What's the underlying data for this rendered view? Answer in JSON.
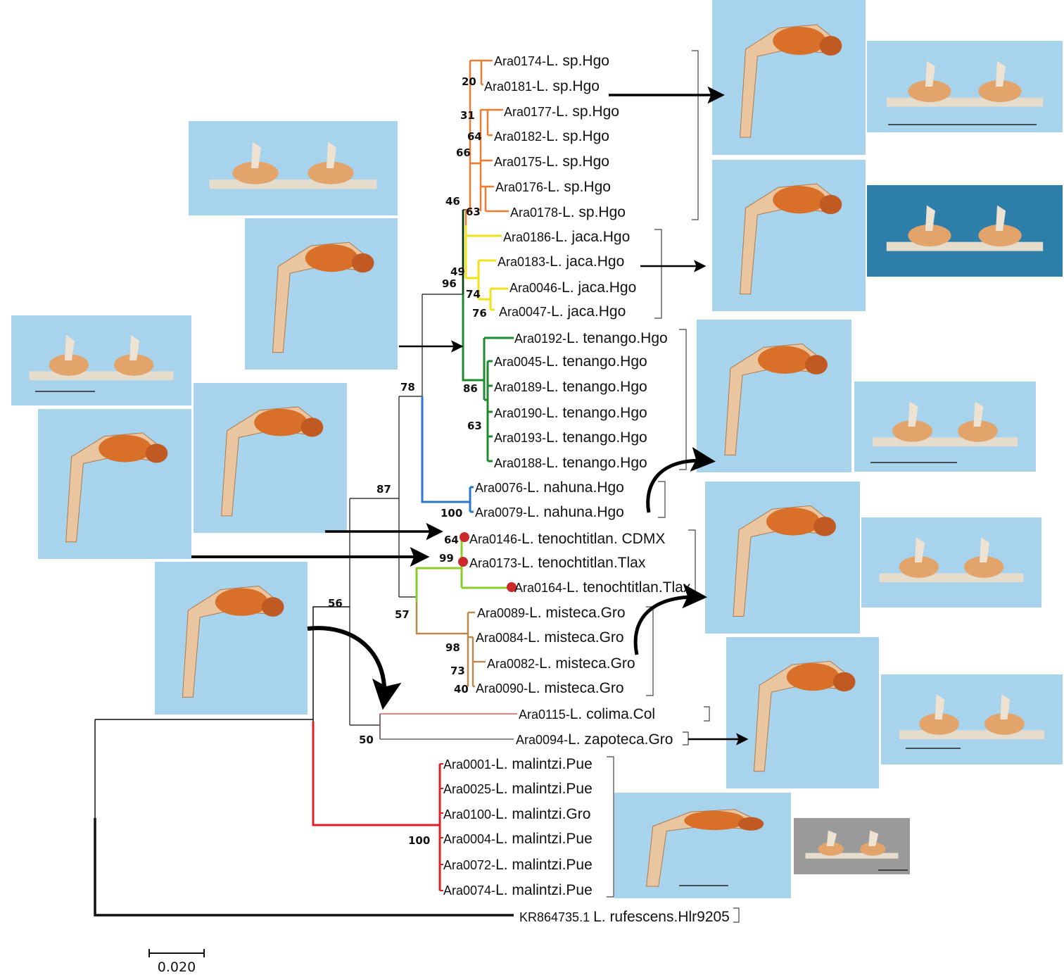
{
  "colors": {
    "orange": "#f07a2e",
    "yellow": "#f2e21a",
    "dark_green": "#1f8a2e",
    "blue": "#2c78c8",
    "light_green": "#8ccc2a",
    "brown": "#b98a4a",
    "pink": "#f07f86",
    "gray": "#8a8a8a",
    "red": "#e02020",
    "black": "#111111",
    "node_dot": "#cc2a2a",
    "photo_bg": "#a8d3ec",
    "leg": "#d8702a"
  },
  "taxa": [
    {
      "id": "t1",
      "code": "Ara0174-",
      "name": "L. sp.Hgo"
    },
    {
      "id": "t2",
      "code": "Ara0181-",
      "name": "L. sp.Hgo"
    },
    {
      "id": "t3",
      "code": "Ara0177-",
      "name": "L. sp.Hgo"
    },
    {
      "id": "t4",
      "code": "Ara0182-",
      "name": "L. sp.Hgo"
    },
    {
      "id": "t5",
      "code": "Ara0175-",
      "name": "L. sp.Hgo"
    },
    {
      "id": "t6",
      "code": "Ara0176-",
      "name": "L. sp.Hgo"
    },
    {
      "id": "t7",
      "code": "Ara0178-",
      "name": "L. sp.Hgo"
    },
    {
      "id": "t8",
      "code": "Ara0186-",
      "name": "L. jaca.Hgo"
    },
    {
      "id": "t9",
      "code": "Ara0183-",
      "name": "L. jaca.Hgo"
    },
    {
      "id": "t10",
      "code": "Ara0046-",
      "name": "L. jaca.Hgo"
    },
    {
      "id": "t11",
      "code": "Ara0047-",
      "name": "L. jaca.Hgo"
    },
    {
      "id": "t12",
      "code": "Ara0192-",
      "name": "L. tenango.Hgo"
    },
    {
      "id": "t13",
      "code": "Ara0045-",
      "name": "L. tenango.Hgo"
    },
    {
      "id": "t14",
      "code": "Ara0189-",
      "name": "L. tenango.Hgo"
    },
    {
      "id": "t15",
      "code": "Ara0190-",
      "name": "L. tenango.Hgo"
    },
    {
      "id": "t16",
      "code": "Ara0193-",
      "name": "L. tenango.Hgo"
    },
    {
      "id": "t17",
      "code": "Ara0188-",
      "name": "L. tenango.Hgo"
    },
    {
      "id": "t18",
      "code": "Ara0076-",
      "name": "L. nahuna.Hgo"
    },
    {
      "id": "t19",
      "code": "Ara0079-",
      "name": "L. nahuna.Hgo"
    },
    {
      "id": "t20",
      "code": "Ara0146-",
      "name": "L. tenochtitlan. CDMX"
    },
    {
      "id": "t21",
      "code": "Ara0173-",
      "name": "L. tenochtitlan.Tlax"
    },
    {
      "id": "t22",
      "code": "Ara0164-",
      "name": "L. tenochtitlan.Tlax"
    },
    {
      "id": "t23",
      "code": "Ara0089-",
      "name": "L. misteca.Gro"
    },
    {
      "id": "t24",
      "code": "Ara0084-",
      "name": "L. misteca.Gro"
    },
    {
      "id": "t25",
      "code": "Ara0082-",
      "name": "L. misteca.Gro"
    },
    {
      "id": "t26",
      "code": "Ara0090-",
      "name": "L. misteca.Gro"
    },
    {
      "id": "t27",
      "code": "Ara0115-",
      "name": "L. colima.Col"
    },
    {
      "id": "t28",
      "code": "Ara0094-",
      "name": "L. zapoteca.Gro"
    },
    {
      "id": "t29",
      "code": "Ara0001-",
      "name": "L. malintzi.Pue"
    },
    {
      "id": "t30",
      "code": "Ara0025-",
      "name": "L. malintzi.Pue"
    },
    {
      "id": "t31",
      "code": "Ara0100-",
      "name": "L. malintzi.Gro"
    },
    {
      "id": "t32",
      "code": "Ara0004-",
      "name": "L. malintzi.Pue"
    },
    {
      "id": "t33",
      "code": "Ara0072-",
      "name": "L. malintzi.Pue"
    },
    {
      "id": "t34",
      "code": "Ara0074-",
      "name": "L. malintzi.Pue"
    },
    {
      "id": "t35",
      "code": "KR864735.1 ",
      "name": "L. rufescens.Hlr9205"
    }
  ],
  "bootstrap": [
    "20",
    "31",
    "64",
    "66",
    "46",
    "63",
    "49",
    "96",
    "74",
    "76",
    "86",
    "63",
    "78",
    "87",
    "100",
    "64",
    "99",
    "57",
    "98",
    "73",
    "40",
    "56",
    "50",
    "100"
  ],
  "scale_bar": "0.020"
}
